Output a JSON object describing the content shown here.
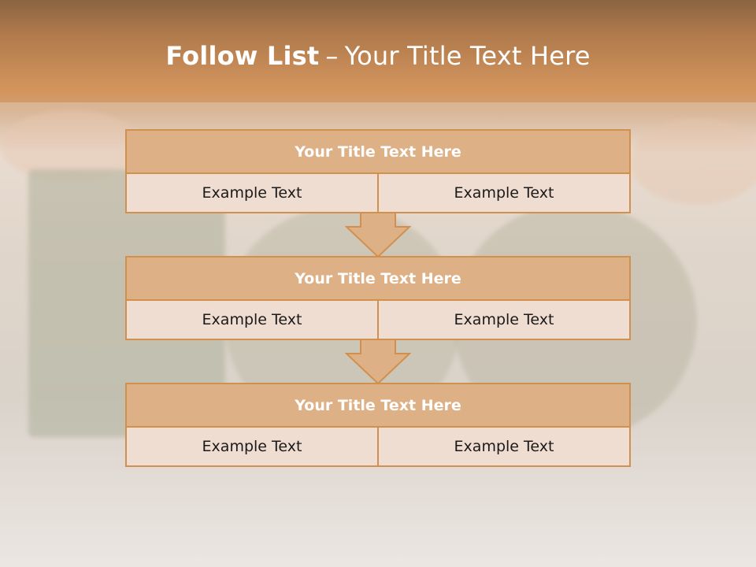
{
  "slide": {
    "title_bold": "Follow List",
    "title_separator": "–",
    "title_rest": "Your Title Text Here"
  },
  "blocks": [
    {
      "title": "Your Title Text Here",
      "left": "Example Text",
      "right": "Example Text"
    },
    {
      "title": "Your Title Text Here",
      "left": "Example Text",
      "right": "Example Text"
    },
    {
      "title": "Your Title Text Here",
      "left": "Example Text",
      "right": "Example Text"
    }
  ],
  "colors": {
    "header_fill": "#deb086",
    "border": "#d2904f",
    "cell_fill": "#f0ddd1"
  }
}
